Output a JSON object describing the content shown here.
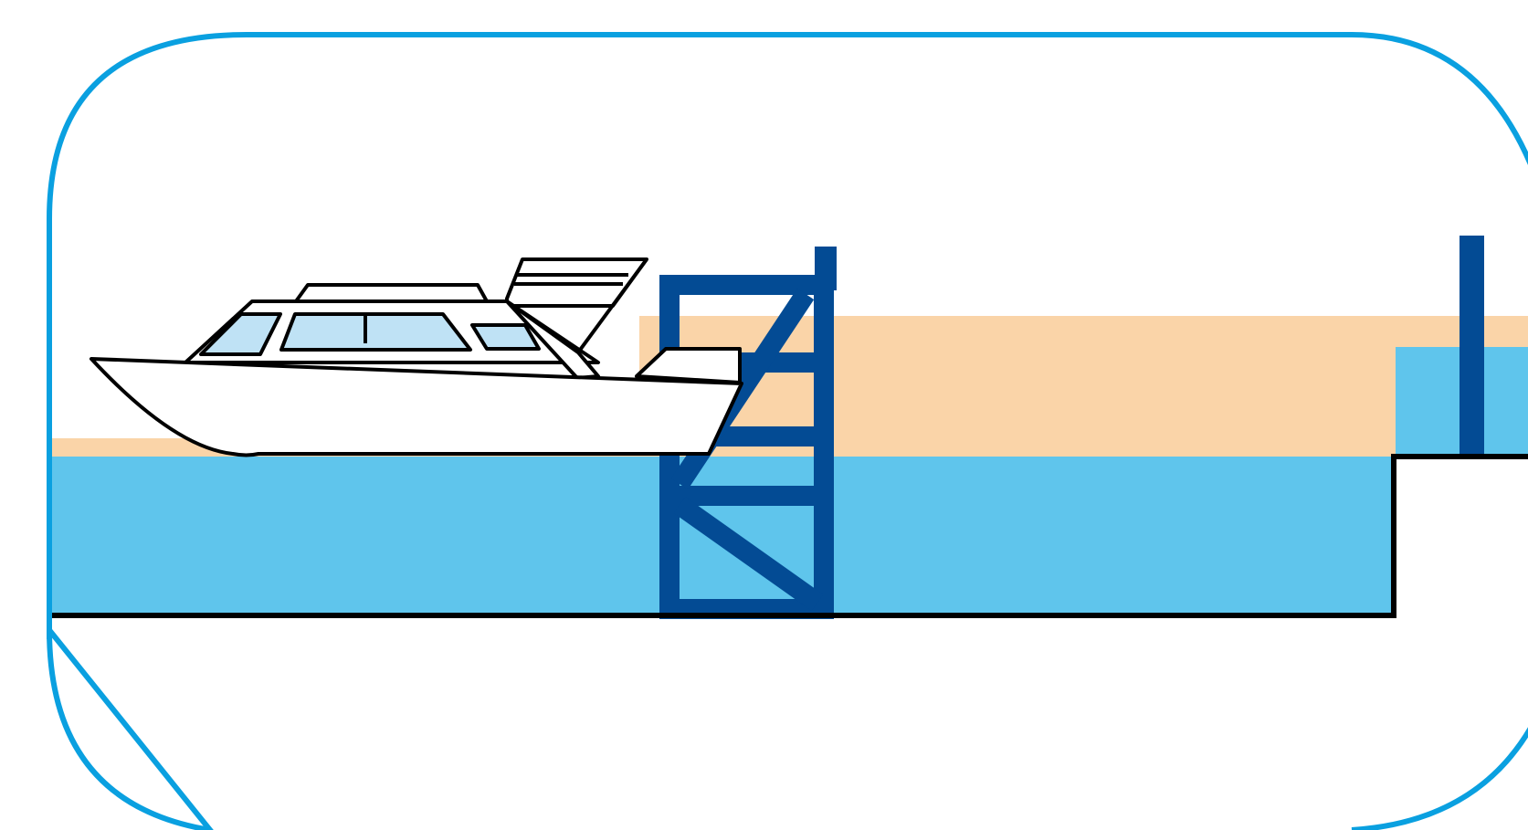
{
  "colors": {
    "frame_border": "#0aa0e0",
    "background": "#ffffff",
    "sand_band": "#fad4a8",
    "water": "#5fc5ec",
    "lock_structure": "#034b94",
    "outline": "#000000",
    "boat_hull": "#ffffff",
    "boat_window": "#bfe2f5"
  },
  "scene": {
    "elements": [
      "rounded-frame",
      "sand-band",
      "water-body",
      "channel-floor",
      "lock-gate",
      "lock-post",
      "motor-yacht"
    ]
  }
}
